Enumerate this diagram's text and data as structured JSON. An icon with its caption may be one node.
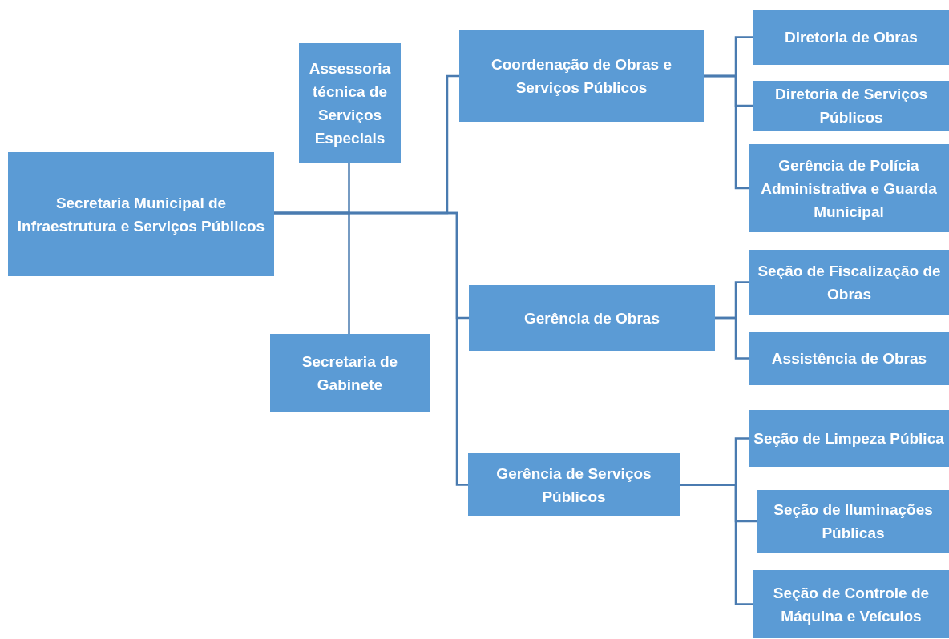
{
  "diagram": {
    "nodes": [
      {
        "text": [
          "Secretaria Municipal de Infraestrutura e Serviços Públicos"
        ]
      },
      {
        "text": [
          "Assessoria técnica de Serviços Especiais"
        ]
      },
      {
        "text": [
          "Secretaria de Gabinete"
        ]
      },
      {
        "text": [
          "Coordenação de Obras e Serviços Públicos"
        ]
      },
      {
        "text": [
          "Diretoria de Obras"
        ]
      },
      {
        "text": [
          "Diretoria de Serviços Públicos"
        ]
      },
      {
        "text": [
          "Gerência de Polícia Administrativa e Guarda Municipal"
        ]
      },
      {
        "text": [
          "Gerência de Obras"
        ]
      },
      {
        "text": [
          "Seção de Fiscalização de Obras"
        ]
      },
      {
        "text": [
          "Assistência de Obras"
        ]
      },
      {
        "text": [
          "Gerência de Serviços Públicos"
        ]
      },
      {
        "text": [
          "Seção de Limpeza Pública"
        ]
      },
      {
        "text": [
          "Seção de Iluminações Públicas"
        ]
      },
      {
        "text": [
          "Seção de Controle de Máquina e Veículos"
        ]
      }
    ],
    "edges": [
      {
        "from": 0,
        "to": 1,
        "arrow": "none"
      },
      {
        "from": 0,
        "to": 2,
        "arrow": "none"
      },
      {
        "from": 0,
        "to": 3,
        "arrow": "none"
      },
      {
        "from": 0,
        "to": 7,
        "arrow": "none"
      },
      {
        "from": 0,
        "to": 10,
        "arrow": "none"
      },
      {
        "from": 3,
        "to": 4,
        "arrow": "none"
      },
      {
        "from": 3,
        "to": 5,
        "arrow": "none"
      },
      {
        "from": 3,
        "to": 6,
        "arrow": "none"
      },
      {
        "from": 7,
        "to": 8,
        "arrow": "none"
      },
      {
        "from": 7,
        "to": 9,
        "arrow": "none"
      },
      {
        "from": 10,
        "to": 11,
        "arrow": "none"
      },
      {
        "from": 10,
        "to": 12,
        "arrow": "none"
      },
      {
        "from": 10,
        "to": 13,
        "arrow": "none"
      }
    ]
  }
}
